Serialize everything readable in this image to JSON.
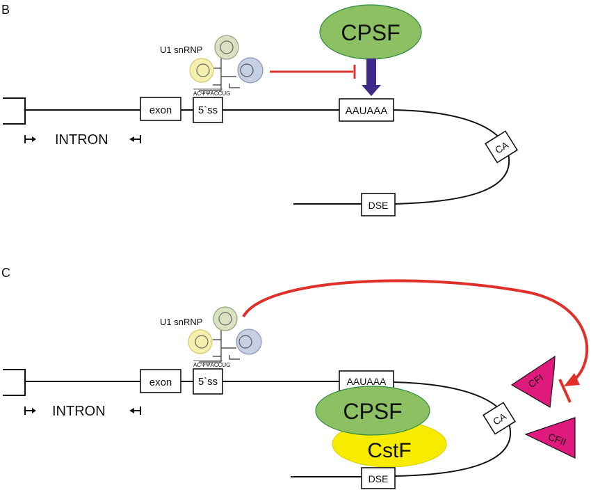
{
  "panels": [
    {
      "letter": "B",
      "intron": "INTRON",
      "exon": "exon",
      "splice_site": "5`ss",
      "u1_label": "U1 snRNP",
      "u1_seq": "ACΨΨACCUG",
      "polya_signal": "AAUAAA",
      "ca": "CA",
      "dse": "DSE",
      "cpsf": "CPSF"
    },
    {
      "letter": "C",
      "intron": "INTRON",
      "exon": "exon",
      "splice_site": "5`ss",
      "u1_label": "U1 snRNP",
      "u1_seq": "ACΨΨACCUG",
      "polya_signal": "AAUAAA",
      "ca": "CA",
      "dse": "DSE",
      "cpsf": "CPSF",
      "cstf": "CstF",
      "cfi": "CFI",
      "cfii": "CFII"
    }
  ],
  "colors": {
    "cpsf": "#8cc063",
    "cstf": "#f7ec00",
    "cf": "#e0197d",
    "inhibit": "#e0302a",
    "arrow": "#3f2a8c",
    "u1_green": "#d9e2c2",
    "u1_yellow": "#f5efb0",
    "u1_blue": "#c6d0e3"
  }
}
